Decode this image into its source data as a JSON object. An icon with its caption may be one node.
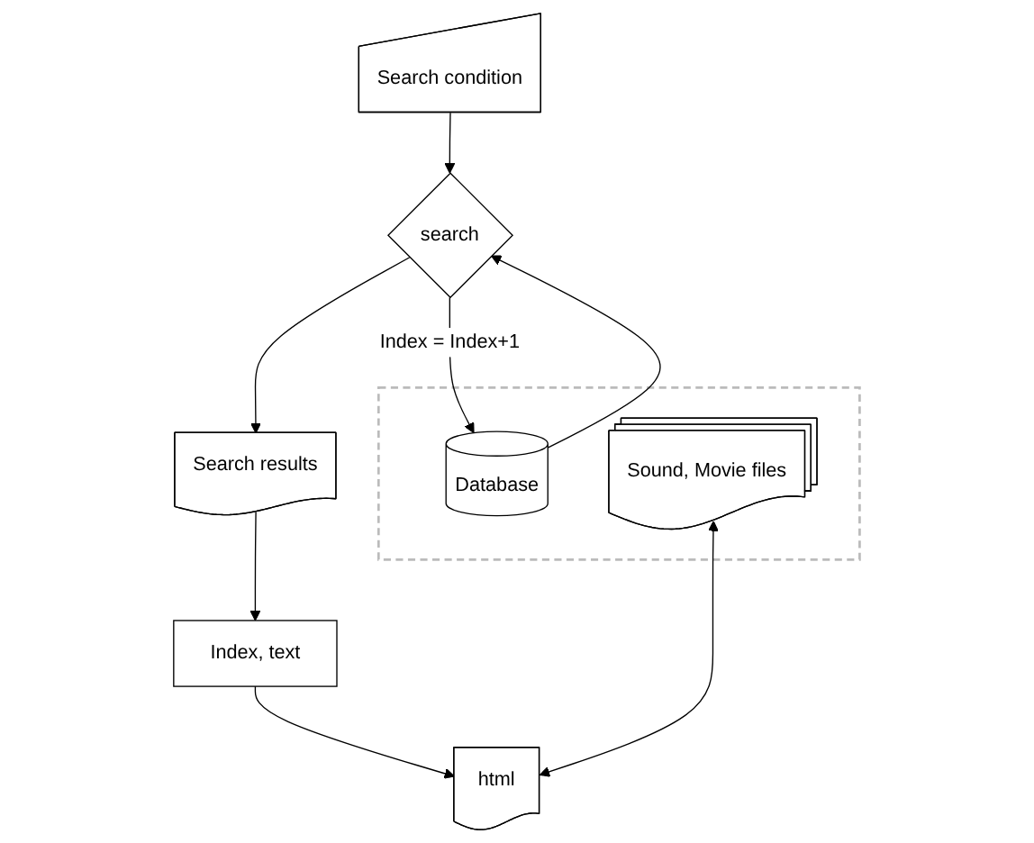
{
  "diagram": {
    "nodes": [
      {
        "text": [
          "Search condition"
        ]
      },
      {
        "text": [
          "search"
        ]
      },
      {
        "text": [
          "Search results"
        ]
      },
      {
        "text": [
          "Index, text"
        ]
      },
      {
        "text": [],
        "shape": "box"
      },
      {
        "text": [
          "Database"
        ],
        "in": 4
      },
      {
        "text": [
          "Sound, Movie files"
        ],
        "in": 4
      },
      {
        "text": [
          "html"
        ]
      }
    ],
    "edges": [
      {
        "from": 0,
        "to": 1,
        "arrow": "to"
      },
      {
        "from": 5,
        "to": 1,
        "arrow": "to"
      },
      {
        "from": 1,
        "to": 5,
        "arrow": "to",
        "label": "Index = Index+1"
      },
      {
        "from": 1,
        "to": 2,
        "arrow": "to"
      },
      {
        "from": 2,
        "to": 3,
        "arrow": "to"
      },
      {
        "from": 3,
        "to": 7,
        "arrow": "to"
      },
      {
        "from": 6,
        "to": 7,
        "arrow": "both"
      }
    ]
  }
}
